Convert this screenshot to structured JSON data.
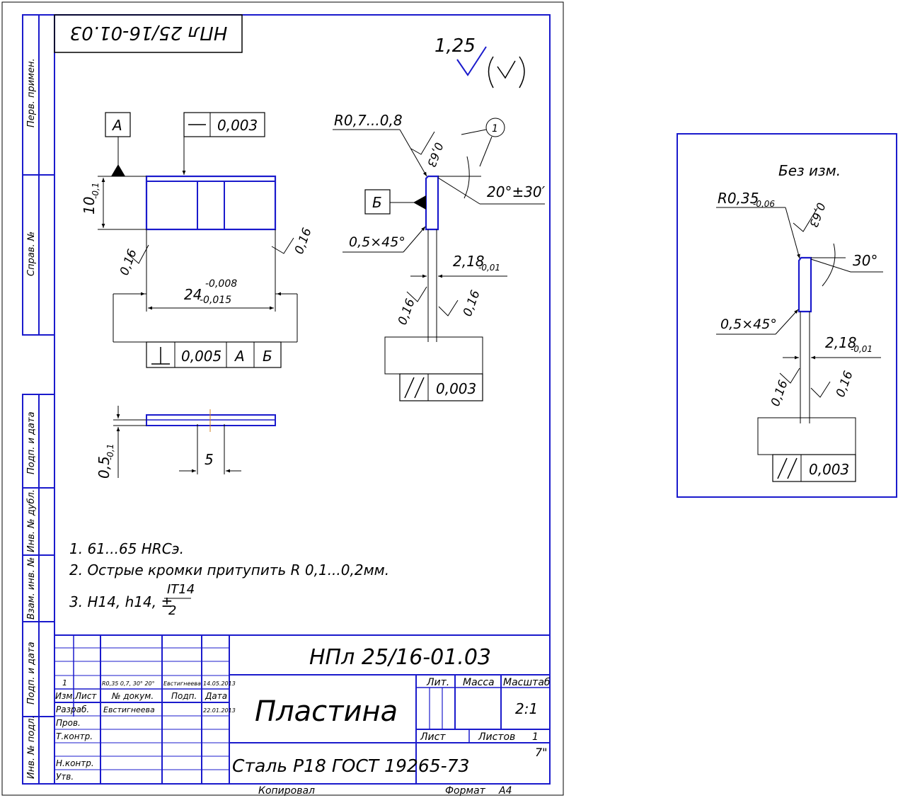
{
  "designation": "НПл 25/16-01.03",
  "part_name": "Пластина",
  "material": "Сталь Р18 ГОСТ 19265-73",
  "roughness": {
    "general": "1,25",
    "face": "0,63"
  },
  "datums": {
    "a": "А",
    "b": "Б"
  },
  "tolerances": {
    "flatness": "0,003",
    "perpendicularity": {
      "value": "0,005",
      "datum1": "А",
      "datum2": "Б"
    },
    "parallelism_main": "0,003",
    "parallelism_detail": "0,003"
  },
  "dimensions": {
    "height": "10",
    "height_tol": "-0,1",
    "width": "24",
    "width_tol_upper": "-0,008",
    "width_tol_lower": "-0,015",
    "thickness": "2,18",
    "thickness_tol": "-0,01",
    "slot_depth": "0,5",
    "slot_depth_tol": "-0,1",
    "slot_width": "5",
    "radius": "R0,7...0,8",
    "chamfer": "0,5×45°",
    "angle": "20°±30′",
    "finish": "0,16",
    "balloon": "1"
  },
  "notes": {
    "n1": "1.  61...65 HRCэ.",
    "n2": "2.  Острые кромки притупить R 0,1...0,2мм.",
    "n3": "3.  H14, h14, ±",
    "n3_num": "IT14",
    "n3_den": "2"
  },
  "detail": {
    "title": "Без изм.",
    "radius": "R0,35",
    "radius_tol": "-0,06",
    "angle": "30°",
    "chamfer": "0,5×45°",
    "thickness": "2,18",
    "thickness_tol": "-0,01",
    "finish": "0,16",
    "roughness": "0,63",
    "parallel": "0,003"
  },
  "side_labels": {
    "perv_primen": "Перв. примен.",
    "sprav_no": "Справ. №",
    "podp_data": "Подп. и дата",
    "inv_dubl": "Инв. № дубл.",
    "vzam_inv": "Взам. инв. №",
    "podp_data2": "Подп. и дата",
    "inv_podl": "Инв. № подл."
  },
  "title_block": {
    "rev_num": "1",
    "rev_change": "R0,35 0,7, 30° 20°",
    "rev_author": "Евстигнеева",
    "rev_date": "14.05.2013",
    "izm": "Изм.",
    "list": "Лист",
    "doc_no": "№ докум.",
    "podp": "Подп.",
    "data": "Дата",
    "razrab": "Разраб.",
    "razrab_name": "Евстигнеева",
    "razrab_date": "22.01.2013",
    "prov": "Пров.",
    "tkontr": "Т.контр.",
    "nkontr": "Н.контр.",
    "utv": "Утв.",
    "lit": "Лит.",
    "massa": "Масса",
    "masshtab": "Масштаб",
    "scale": "2:1",
    "sheet": "Лист",
    "sheets": "Листов",
    "sheets_count": "1",
    "org": "7\"",
    "kopiroval": "Копировал",
    "format": "Формат",
    "format_val": "А4"
  }
}
